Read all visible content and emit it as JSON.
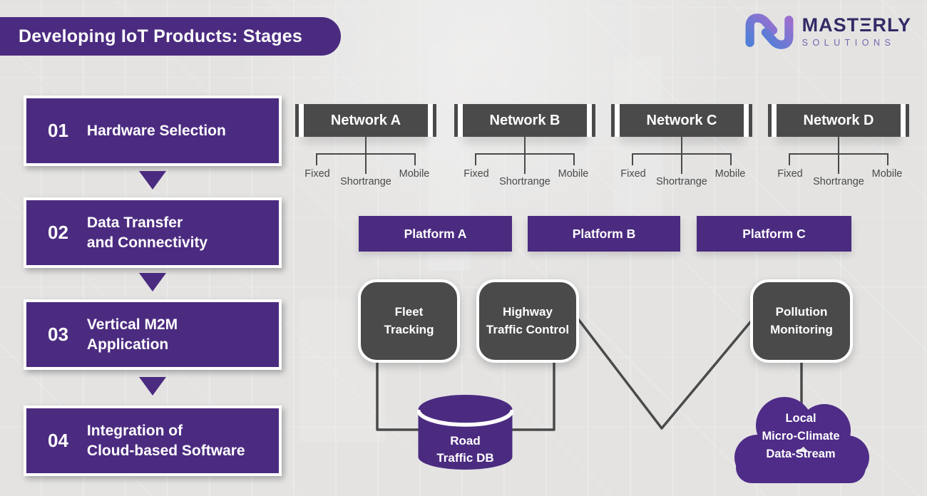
{
  "title": "Developing IoT Products: Stages",
  "logo": {
    "brand": "MASTΞRLY",
    "sub": "SOLUTIONS"
  },
  "stages": [
    {
      "num": "01",
      "line1": "Hardware Selection",
      "line2": ""
    },
    {
      "num": "02",
      "line1": "Data Transfer",
      "line2": "and Connectivity"
    },
    {
      "num": "03",
      "line1": "Vertical M2M",
      "line2": "Application"
    },
    {
      "num": "04",
      "line1": "Integration of",
      "line2": "Cloud-based Software"
    }
  ],
  "networks": [
    {
      "label": "Network A",
      "children": {
        "left": "Fixed",
        "center": "Shortrange",
        "right": "Mobile"
      }
    },
    {
      "label": "Network B",
      "children": {
        "left": "Fixed",
        "center": "Shortrange",
        "right": "Mobile"
      }
    },
    {
      "label": "Network C",
      "children": {
        "left": "Fixed",
        "center": "Shortrange",
        "right": "Mobile"
      }
    },
    {
      "label": "Network D",
      "children": {
        "left": "Fixed",
        "center": "Shortrange",
        "right": "Mobile"
      }
    }
  ],
  "platforms": [
    {
      "label": "Platform A"
    },
    {
      "label": "Platform B"
    },
    {
      "label": "Platform C"
    }
  ],
  "applications": [
    {
      "line1": "Fleet",
      "line2": "Tracking"
    },
    {
      "line1": "Highway",
      "line2": "Traffic Control"
    },
    {
      "line1": "Pollution",
      "line2": "Monitoring"
    }
  ],
  "database": {
    "line1": "Road",
    "line2": "Traffic DB"
  },
  "cloud": {
    "line1": "Local",
    "line2": "Micro-Climate",
    "line3": "Data-Stream"
  },
  "colors": {
    "purple": "#4b2b80",
    "dark_gray": "#4a4a4a",
    "background": "#e4e3e2",
    "logo_dark": "#332b66",
    "logo_light": "#7566ad",
    "logo_gradient_start": "#4f7fd6",
    "logo_gradient_end": "#9a6fd0"
  }
}
